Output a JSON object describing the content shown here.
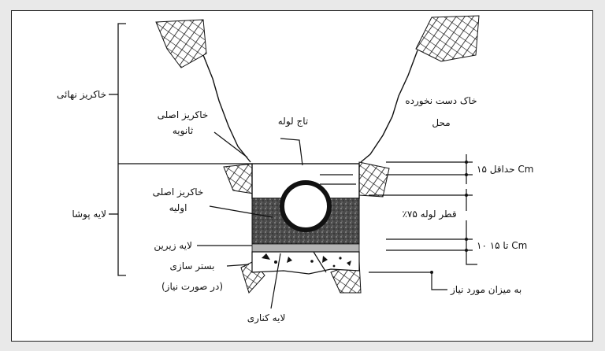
{
  "diagram": {
    "labels": {
      "final_backfill": "خاکریز نهائی",
      "cover_layer": "لایه پوشا",
      "secondary_backfill": [
        "خاکریز اصلی",
        "ثانویه"
      ],
      "primary_backfill": [
        "خاکریز اصلی",
        "اولیه"
      ],
      "bedding": "لایه زیرین",
      "foundation": [
        "بستر سازی",
        "(در صورت نیاز)"
      ],
      "side_layer": "لایه کناری",
      "pipe_crown": "تاج لوله",
      "undisturbed_soil": [
        "خاک دست نخورده",
        "محل"
      ],
      "min_cover": "حداقل ۱۵ Cm",
      "pipe_diameter": "٪۷۵ قطر لوله",
      "bedding_thickness": "۱۰ تا ۱۵ Cm",
      "as_needed": "به میزان مورد نیاز"
    },
    "colors": {
      "ink": "#111111",
      "fill_dark": "#4a4a4a",
      "bedding_band": "#b4b4b4",
      "background": "#ffffff"
    }
  }
}
